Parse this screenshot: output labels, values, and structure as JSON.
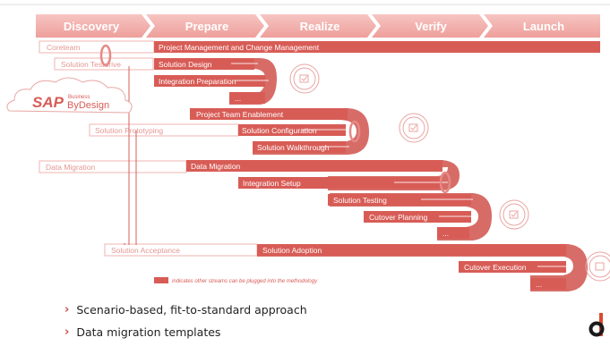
{
  "phases": [
    "Discovery",
    "Prepare",
    "Realize",
    "Verify",
    "Launch"
  ],
  "stream_labels": {
    "coreteam": "Coreteam",
    "solution_testdrive": "Solution Testdrive",
    "solution_prototyping": "Solution Prototyping",
    "data_migration": "Data Migration",
    "solution_acceptance": "Solution Acceptance"
  },
  "sap_logo": {
    "brand": "SAP",
    "small": "Business",
    "product": "ByDesign"
  },
  "bars": {
    "project_mgmt": "Project Management and Change Management",
    "solution_design": "Solution Design",
    "integration_prep": "Integration Preparation",
    "ellipsis_1": "...",
    "team_enablement": "Project Team Enablement",
    "solution_config": "Solution Configuration",
    "solution_walkthrough": "Solution Walkthrough",
    "data_migration": "Data Migration",
    "integration_setup": "Integration Setup",
    "solution_testing": "Solution Testing",
    "cutover_planning": "Cutover Planning",
    "ellipsis_2": "...",
    "solution_adoption": "Solution Adoption",
    "cutover_execution": "Cutover Execution",
    "ellipsis_3": "..."
  },
  "legend_text": "indicates other streams can be plugged into the methodology",
  "bullets": [
    "Scenario-based, fit-to-standard approach",
    "Data migration templates"
  ],
  "colors": {
    "accent": "#d4605b",
    "light": "#ea9b97",
    "phase": "#f2b7b4"
  }
}
